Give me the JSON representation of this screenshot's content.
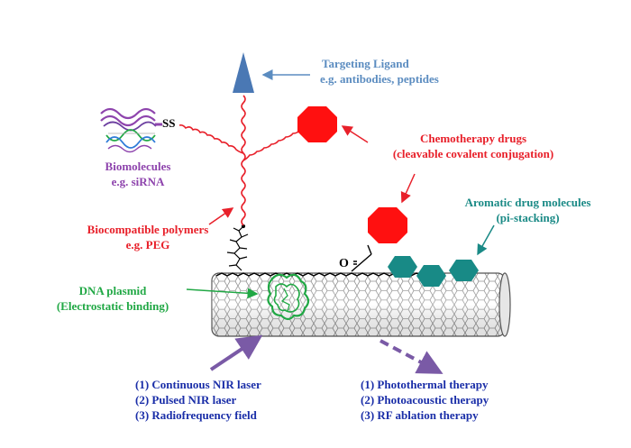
{
  "colors": {
    "ligand": "#5b8cc0",
    "biomolecule": "#8e44ad",
    "chemo": "#e8202a",
    "aromatic": "#1a8a86",
    "polymer": "#e8202a",
    "dna": "#21a845",
    "stimulus": "#1a2ea8",
    "arrow_purple": "#7a5aa6",
    "tube": "#7f7f7f"
  },
  "labels": {
    "ligand": {
      "line1": "Targeting Ligand",
      "line2": "e.g. antibodies, peptides"
    },
    "biomolecule": {
      "line1": "Biomolecules",
      "line2": "e.g. siRNA"
    },
    "ss": "SS",
    "chemo": {
      "line1": "Chemotherapy drugs",
      "line2": "(cleavable covalent conjugation)"
    },
    "aromatic": {
      "line1": "Aromatic drug molecules",
      "line2": "(pi-stacking)"
    },
    "polymer": {
      "line1": "Biocompatible polymers",
      "line2": "e.g. PEG"
    },
    "dna": {
      "line1": "DNA plasmid",
      "line2": "(Electrostatic binding)"
    },
    "carbonyl": "O"
  },
  "stimuli": [
    "(1) Continuous NIR laser",
    "(2) Pulsed NIR laser",
    "(3) Radiofrequency field"
  ],
  "therapies": [
    "(1) Photothermal therapy",
    "(2) Photoacoustic therapy",
    "(3) RF ablation therapy"
  ],
  "icons": {
    "ligand": "blue-triangle-icon",
    "drug": "red-octagon-icon",
    "aromatic": "teal-hexagon-icon"
  }
}
